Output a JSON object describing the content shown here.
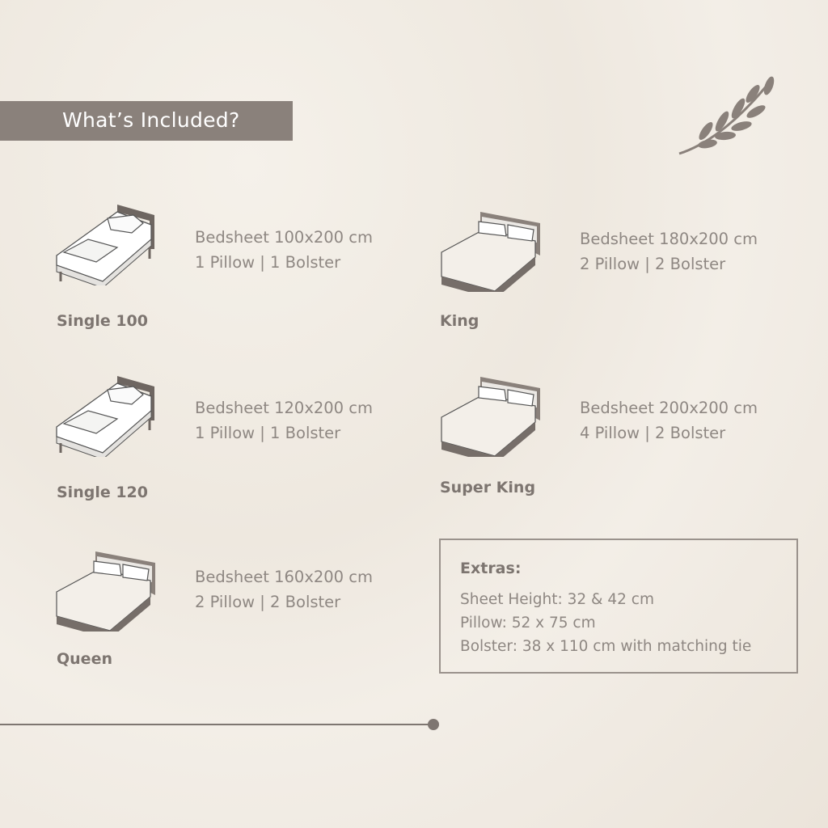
{
  "title": "What’s Included?",
  "products": [
    {
      "name": "Single 100",
      "sheet": "Bedsheet 100x200 cm",
      "items": "1 Pillow |  1 Bolster",
      "icon": "single-bed-icon"
    },
    {
      "name": "Single 120",
      "sheet": "Bedsheet 120x200 cm",
      "items": "1 Pillow |  1 Bolster",
      "icon": "single-bed-icon"
    },
    {
      "name": "Queen",
      "sheet": "Bedsheet 160x200 cm",
      "items": "2 Pillow |  2 Bolster",
      "icon": "double-bed-icon"
    },
    {
      "name": "King",
      "sheet": "Bedsheet 180x200 cm",
      "items": "2 Pillow |  2 Bolster",
      "icon": "double-bed-icon"
    },
    {
      "name": "Super King",
      "sheet": "Bedsheet 200x200 cm",
      "items": "4 Pillow |  2 Bolster",
      "icon": "double-bed-icon"
    }
  ],
  "extras": {
    "title": "Extras:",
    "lines": [
      "Sheet Height: 32 & 42 cm",
      "Pillow: 52 x 75 cm",
      "Bolster: 38 x 110 cm with matching tie"
    ]
  },
  "colors": {
    "banner": "#8a817b",
    "text": "#8e8782",
    "label": "#7d7570",
    "background": "#f0ebe3"
  }
}
